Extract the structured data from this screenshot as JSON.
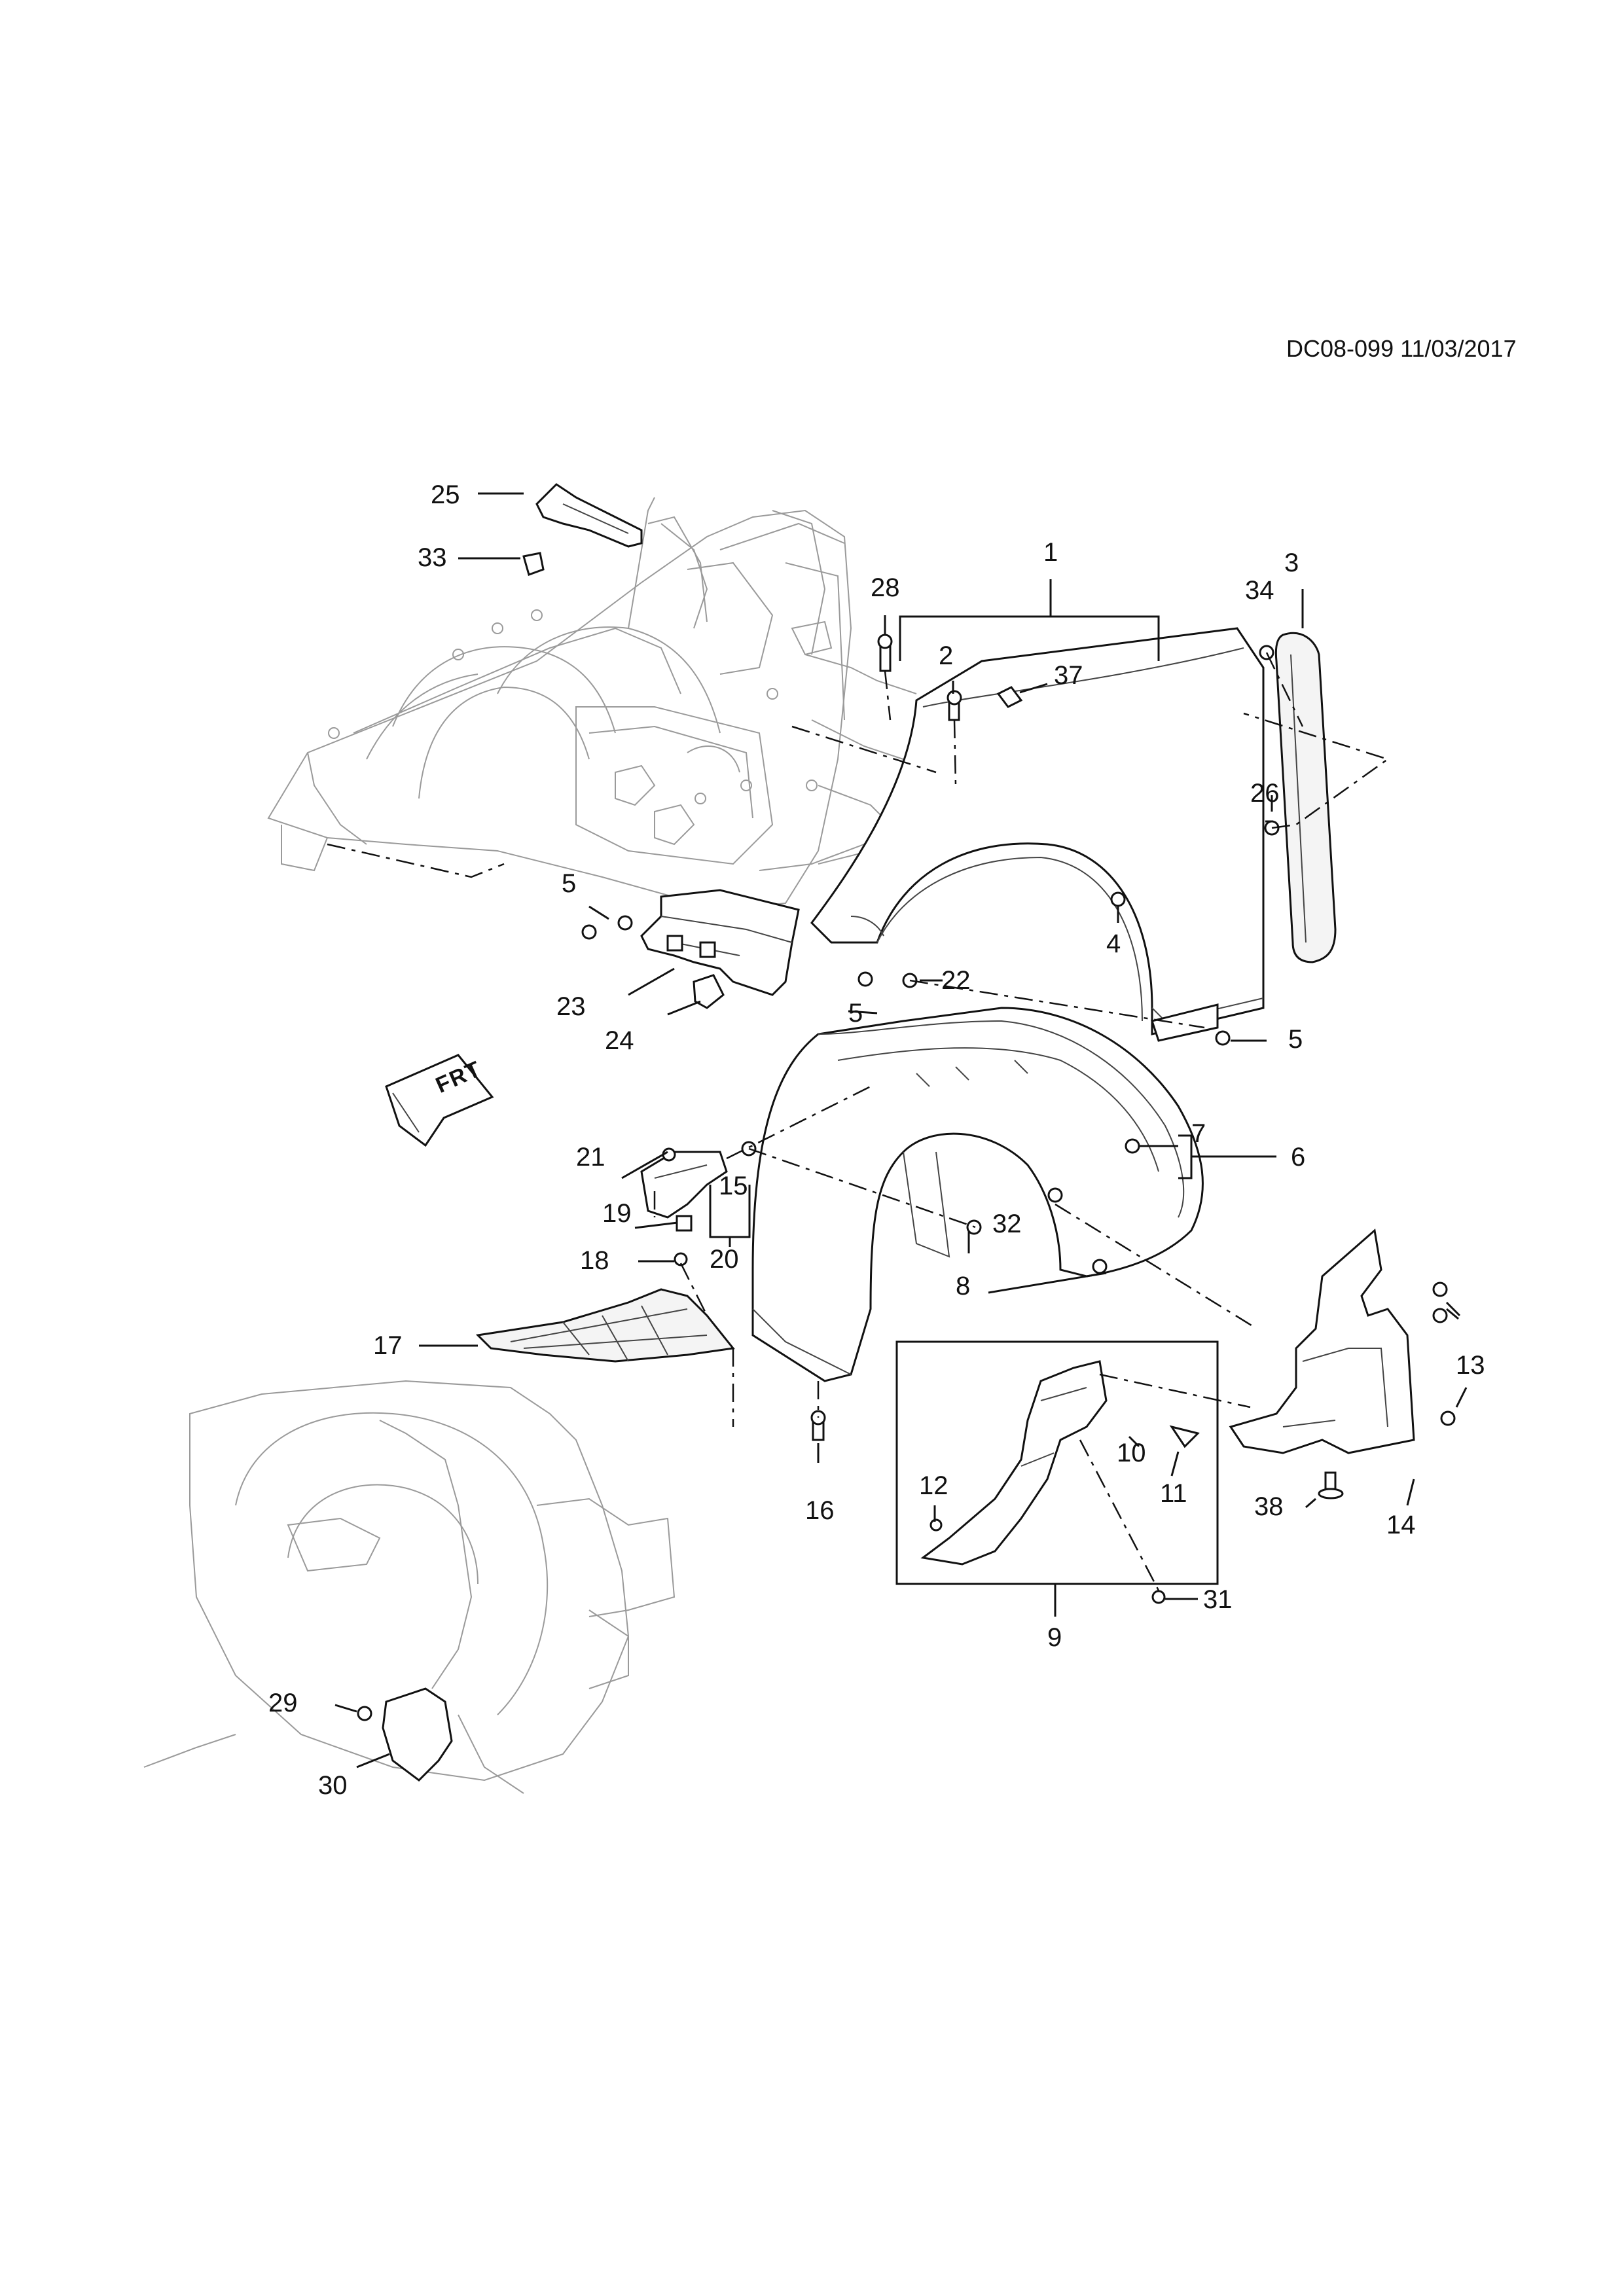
{
  "document": {
    "reference": "DC08-099 11/03/2017",
    "direction_label": "FRT"
  },
  "callouts": [
    {
      "id": "1",
      "label": "1"
    },
    {
      "id": "2",
      "label": "2"
    },
    {
      "id": "3",
      "label": "3"
    },
    {
      "id": "4",
      "label": "4"
    },
    {
      "id": "5a",
      "label": "5"
    },
    {
      "id": "5b",
      "label": "5"
    },
    {
      "id": "5c",
      "label": "5"
    },
    {
      "id": "6",
      "label": "6"
    },
    {
      "id": "7",
      "label": "7"
    },
    {
      "id": "8",
      "label": "8"
    },
    {
      "id": "9",
      "label": "9"
    },
    {
      "id": "10",
      "label": "10"
    },
    {
      "id": "11",
      "label": "11"
    },
    {
      "id": "12",
      "label": "12"
    },
    {
      "id": "13",
      "label": "13"
    },
    {
      "id": "14",
      "label": "14"
    },
    {
      "id": "15",
      "label": "15"
    },
    {
      "id": "16",
      "label": "16"
    },
    {
      "id": "17",
      "label": "17"
    },
    {
      "id": "18",
      "label": "18"
    },
    {
      "id": "19",
      "label": "19"
    },
    {
      "id": "20",
      "label": "20"
    },
    {
      "id": "21",
      "label": "21"
    },
    {
      "id": "22",
      "label": "22"
    },
    {
      "id": "23",
      "label": "23"
    },
    {
      "id": "24",
      "label": "24"
    },
    {
      "id": "25",
      "label": "25"
    },
    {
      "id": "26",
      "label": "26"
    },
    {
      "id": "28",
      "label": "28"
    },
    {
      "id": "29",
      "label": "29"
    },
    {
      "id": "30",
      "label": "30"
    },
    {
      "id": "31",
      "label": "31"
    },
    {
      "id": "32",
      "label": "32"
    },
    {
      "id": "33",
      "label": "33"
    },
    {
      "id": "34",
      "label": "34"
    },
    {
      "id": "37",
      "label": "37"
    },
    {
      "id": "38",
      "label": "38"
    }
  ]
}
